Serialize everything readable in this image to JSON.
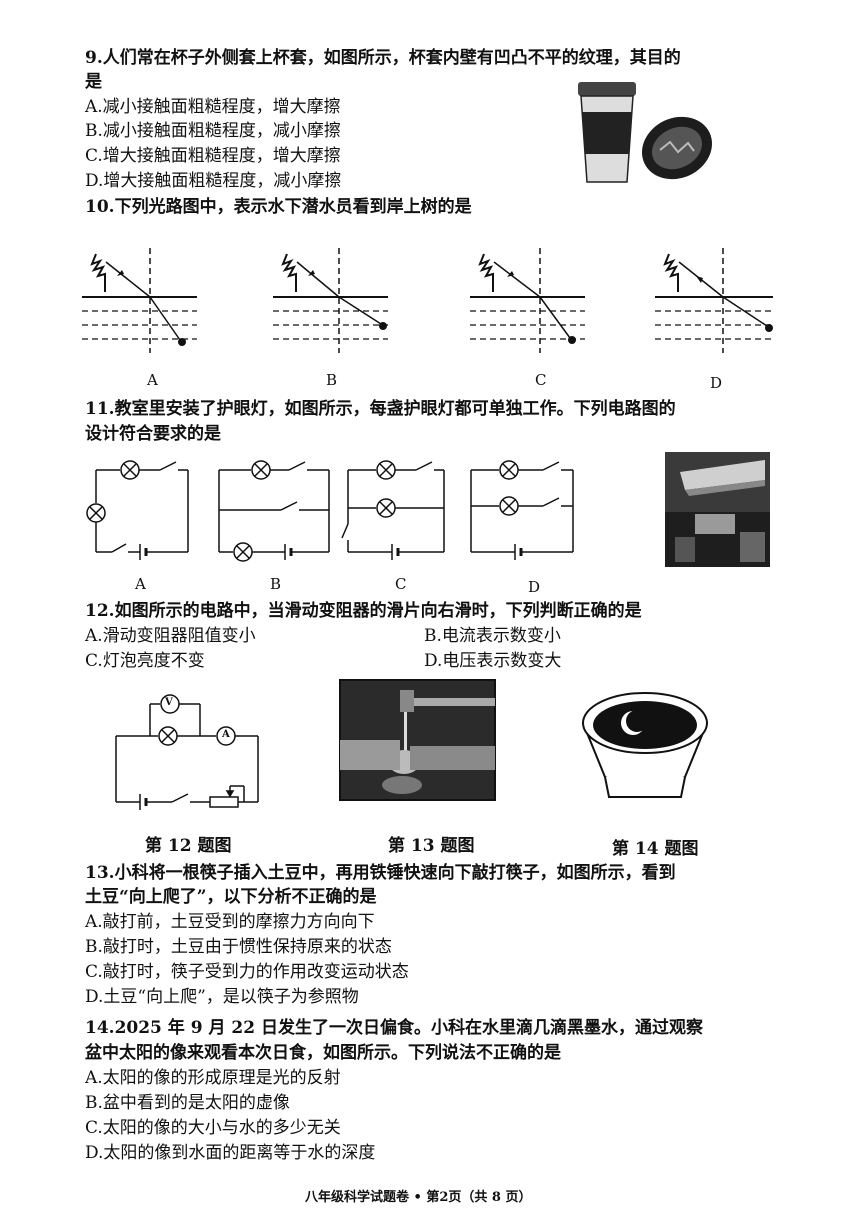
{
  "q9": {
    "stem1": "9.人们常在杯子外侧套上杯套，如图所示，杯套内壁有凹凸不平的纹理，其目的",
    "stem2": "是",
    "options": [
      "A.减小接触面粗糙程度，增大摩擦",
      "B.减小接触面粗糙程度，减小摩擦",
      "C.增大接触面粗糙程度，增大摩擦",
      "D.增大接触面粗糙程度，减小摩擦"
    ]
  },
  "q10": {
    "stem": "10.下列光路图中，表示水下潜水员看到岸上树的是",
    "labels": [
      "A",
      "B",
      "C",
      "D"
    ]
  },
  "q11": {
    "stem1": "11.教室里安装了护眼灯，如图所示，每盏护眼灯都可单独工作。下列电路图的",
    "stem2": "设计符合要求的是",
    "labels": [
      "A",
      "B",
      "C",
      "D"
    ]
  },
  "q12": {
    "stem": "12.如图所示的电路中，当滑动变阻器的滑片向右滑时，下列判断正确的是",
    "options": [
      "A.滑动变阻器阻值变小",
      "B.电流表示数变小",
      "C.灯泡亮度不变",
      "D.电压表示数变大"
    ],
    "meter_v": "V",
    "meter_a": "A"
  },
  "captions": [
    "第 12 题图",
    "第 13 题图",
    "第 14 题图"
  ],
  "q13": {
    "stem1": "13.小科将一根筷子插入土豆中，再用铁锤快速向下敲打筷子，如图所示，看到",
    "stem2": "土豆“向上爬了”，以下分析不正确的是",
    "options": [
      "A.敲打前，土豆受到的摩擦力方向向下",
      "B.敲打时，土豆由于惯性保持原来的状态",
      "C.敲打时，筷子受到力的作用改变运动状态",
      "D.土豆“向上爬”，是以筷子为参照物"
    ]
  },
  "q14": {
    "stem1": "14.2025 年 9 月 22 日发生了一次日偏食。小科在水里滴几滴黑墨水，通过观察",
    "stem2": "盆中太阳的像来观看本次日食，如图所示。下列说法不正确的是",
    "options": [
      "A.太阳的像的形成原理是光的反射",
      "B.盆中看到的是太阳的虚像",
      "C.太阳的像的大小与水的多少无关",
      "D.太阳的像到水面的距离等于水的深度"
    ]
  },
  "footer": "八年级科学试题卷 • 第2页（共 8 页）"
}
